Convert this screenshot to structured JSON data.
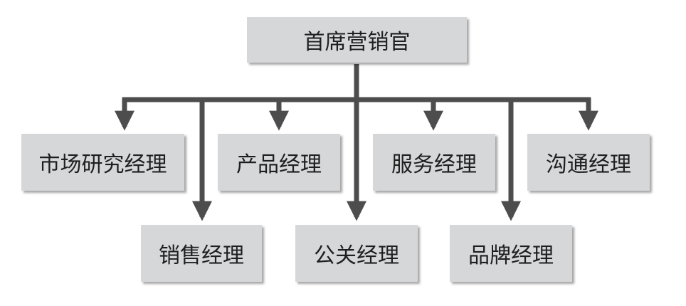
{
  "org_chart": {
    "root": {
      "label": "首席营销官"
    },
    "top_row": [
      {
        "label": "市场研究经理"
      },
      {
        "label": "产品经理"
      },
      {
        "label": "服务经理"
      },
      {
        "label": "沟通经理"
      }
    ],
    "bottom_row": [
      {
        "label": "销售经理"
      },
      {
        "label": "公关经理"
      },
      {
        "label": "品牌经理"
      }
    ]
  },
  "colors": {
    "box_fill": "#d6d7d9",
    "connector": "#4d4d4d",
    "text": "#1f1f1f"
  }
}
